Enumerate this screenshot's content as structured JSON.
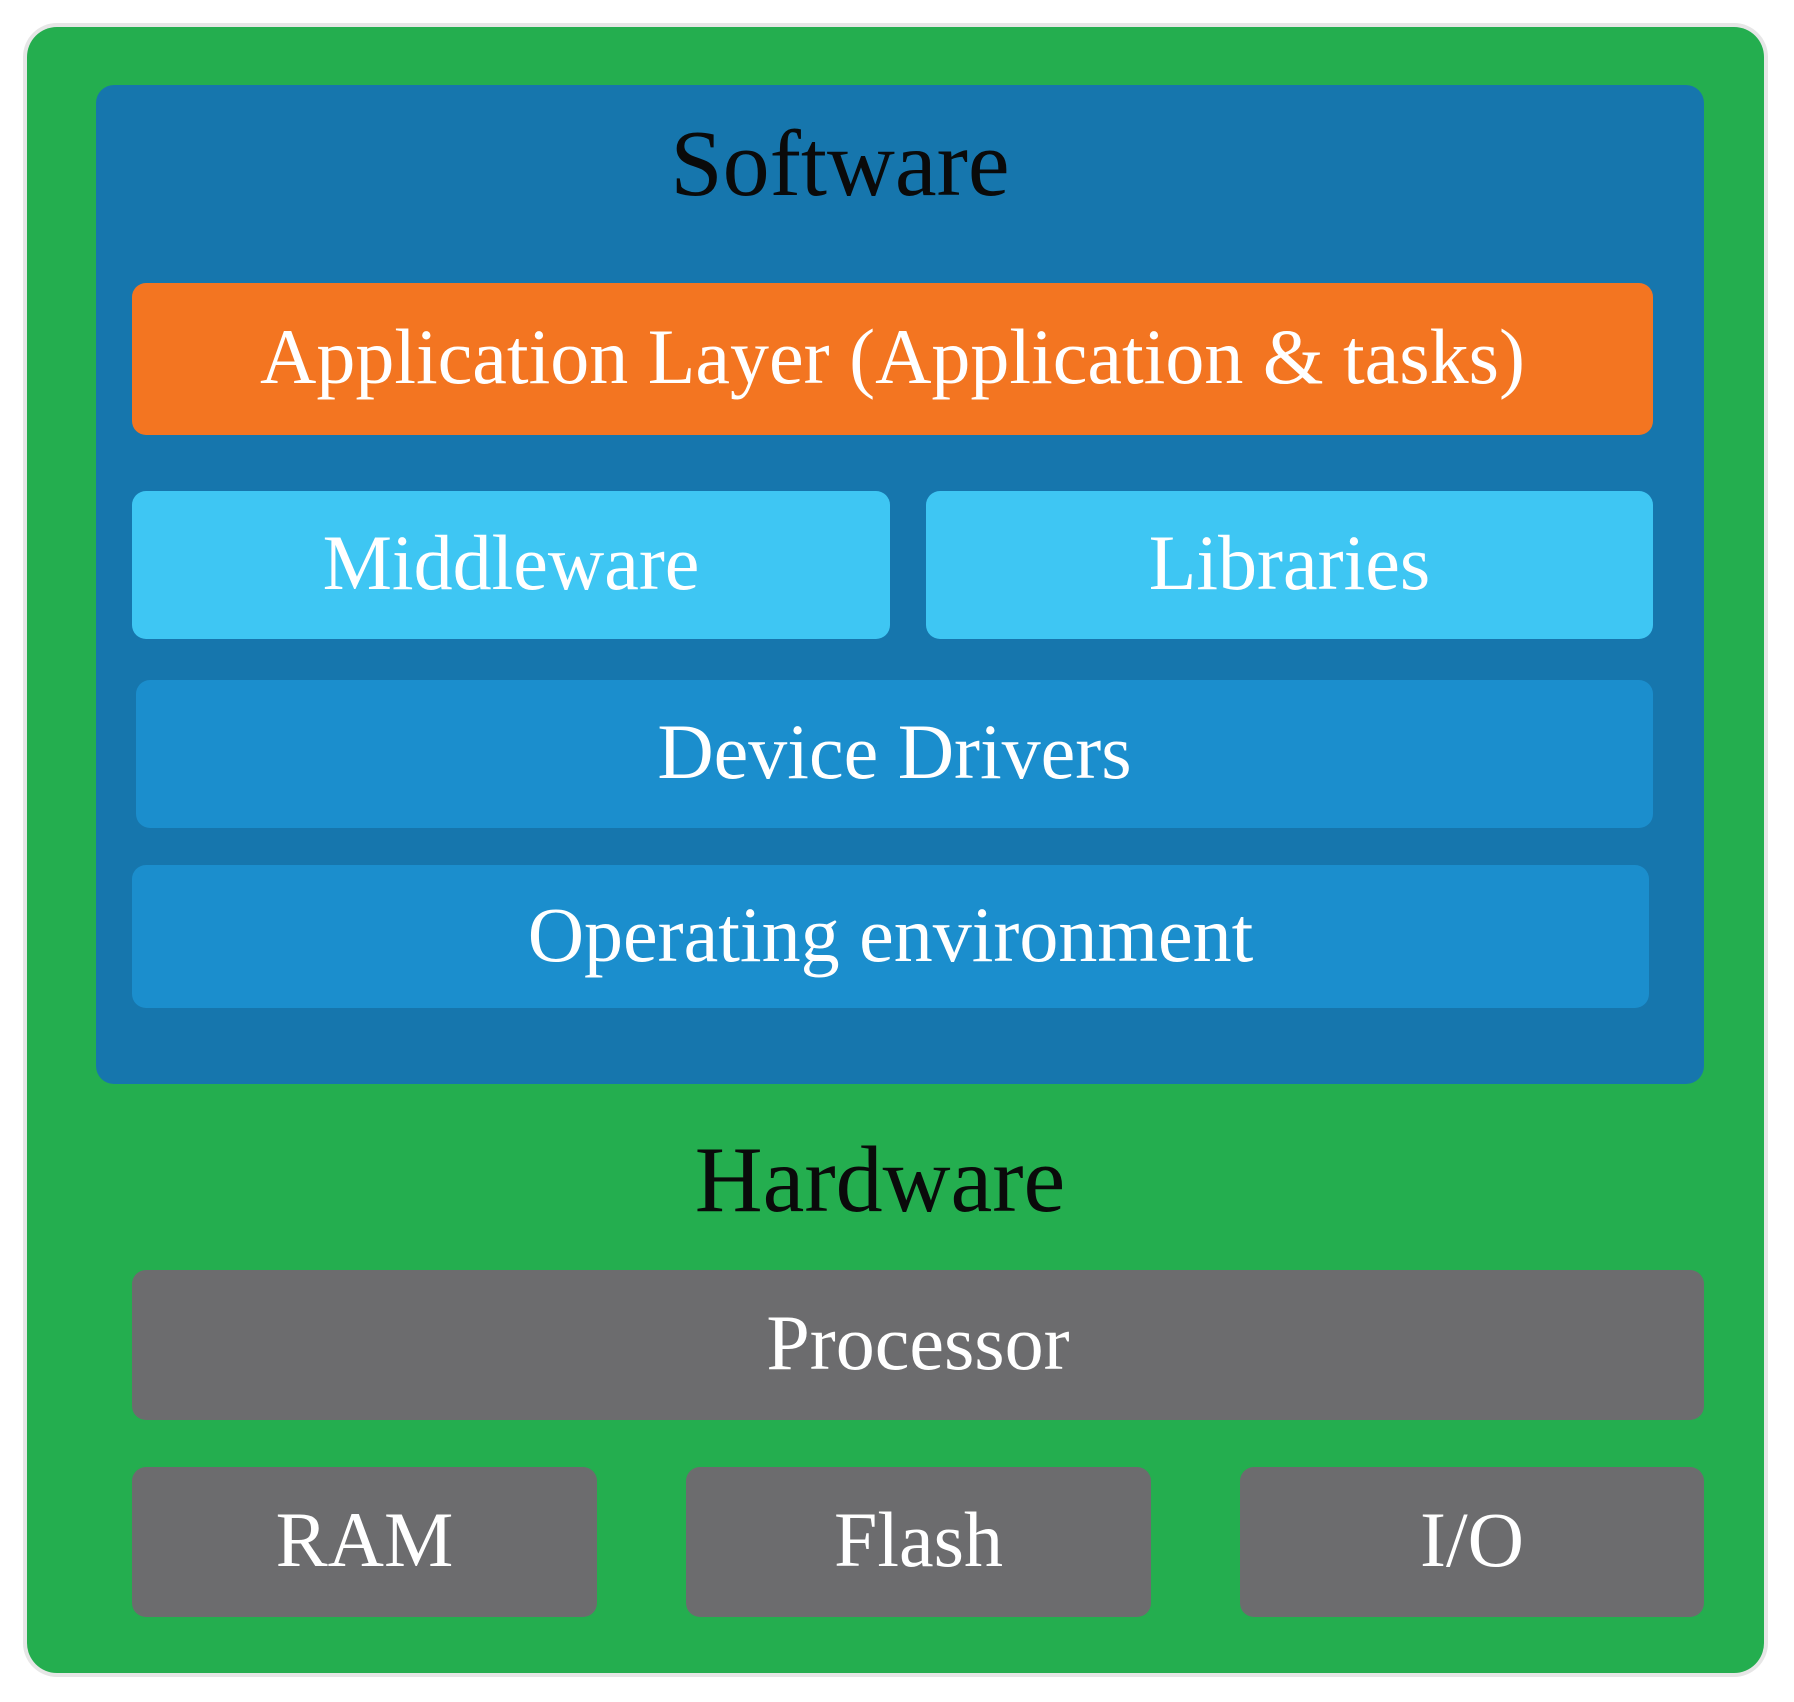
{
  "colors": {
    "outer_green": "#24ae4f",
    "software_panel": "#1676ad",
    "application_orange": "#f37521",
    "light_blue": "#3ec6f3",
    "mid_blue": "#1b8ecd",
    "hardware_gray": "#6c6c6e"
  },
  "software": {
    "title": "Software",
    "application_layer": "Application Layer (Application & tasks)",
    "middleware": "Middleware",
    "libraries": "Libraries",
    "device_drivers": "Device Drivers",
    "operating_environment": "Operating environment"
  },
  "hardware": {
    "title": "Hardware",
    "processor": "Processor",
    "ram": "RAM",
    "flash": "Flash",
    "io": "I/O"
  }
}
